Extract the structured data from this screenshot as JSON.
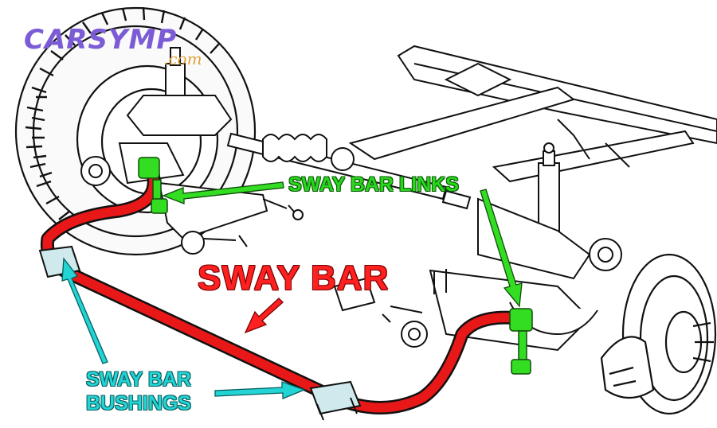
{
  "logo": {
    "main": "CARSYMP",
    "sub": ".com"
  },
  "labels": {
    "sway_bar_links": "SWAY BAR LINKS",
    "sway_bar": "SWAY BAR",
    "sway_bar_bushings_line1": "SWAY BAR",
    "sway_bar_bushings_line2": "BUSHINGS"
  },
  "colors": {
    "sway_bar": "#e81818",
    "links": "#33dd22",
    "bushings": "#22cccc",
    "line_art": "#111111"
  }
}
